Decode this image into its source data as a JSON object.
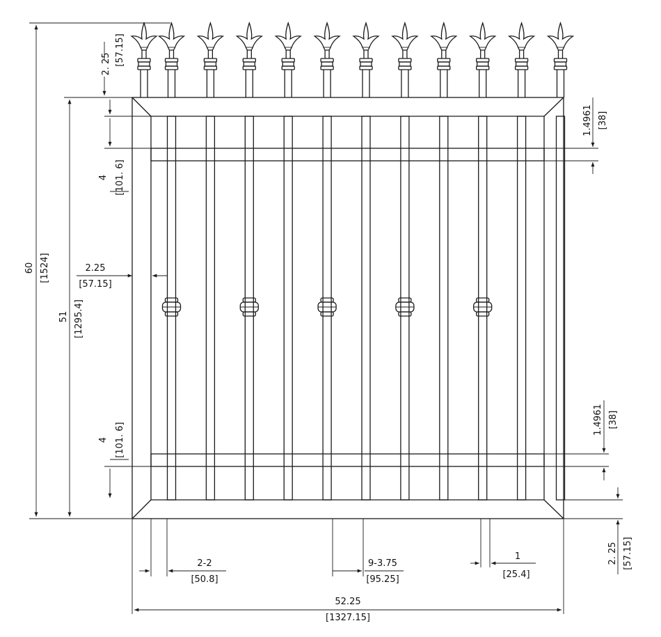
{
  "dimensions": {
    "spire_height": {
      "value": "2. 25",
      "metric": "[57.15]"
    },
    "total_height": {
      "value": "60",
      "metric": "[1524]"
    },
    "frame_height": {
      "value": "51",
      "metric": "[1295.4]"
    },
    "top_rail_height": {
      "value": "4",
      "metric": "[101. 6]"
    },
    "bottom_rail_height": {
      "value": "4",
      "metric": "[101. 6]"
    },
    "post_width": {
      "value": "2.25",
      "metric": "[57.15]"
    },
    "top_rail_thickness": {
      "value": "1.4961",
      "metric": "[38]"
    },
    "bottom_rail_thickness": {
      "value": "1.4961",
      "metric": "[38]"
    },
    "base_offset": {
      "value": "2. 25",
      "metric": "[57.15]"
    },
    "end_spacing": {
      "value": "2-2",
      "metric": "[50.8]"
    },
    "picket_spacing": {
      "value": "9-3.75",
      "metric": "[95.25]"
    },
    "picket_width": {
      "value": "1",
      "metric": "[25.4]"
    },
    "overall_width": {
      "value": "52.25",
      "metric": "[1327.15]"
    }
  },
  "colors": {
    "line": "#1a1a1a",
    "background": "#ffffff"
  }
}
